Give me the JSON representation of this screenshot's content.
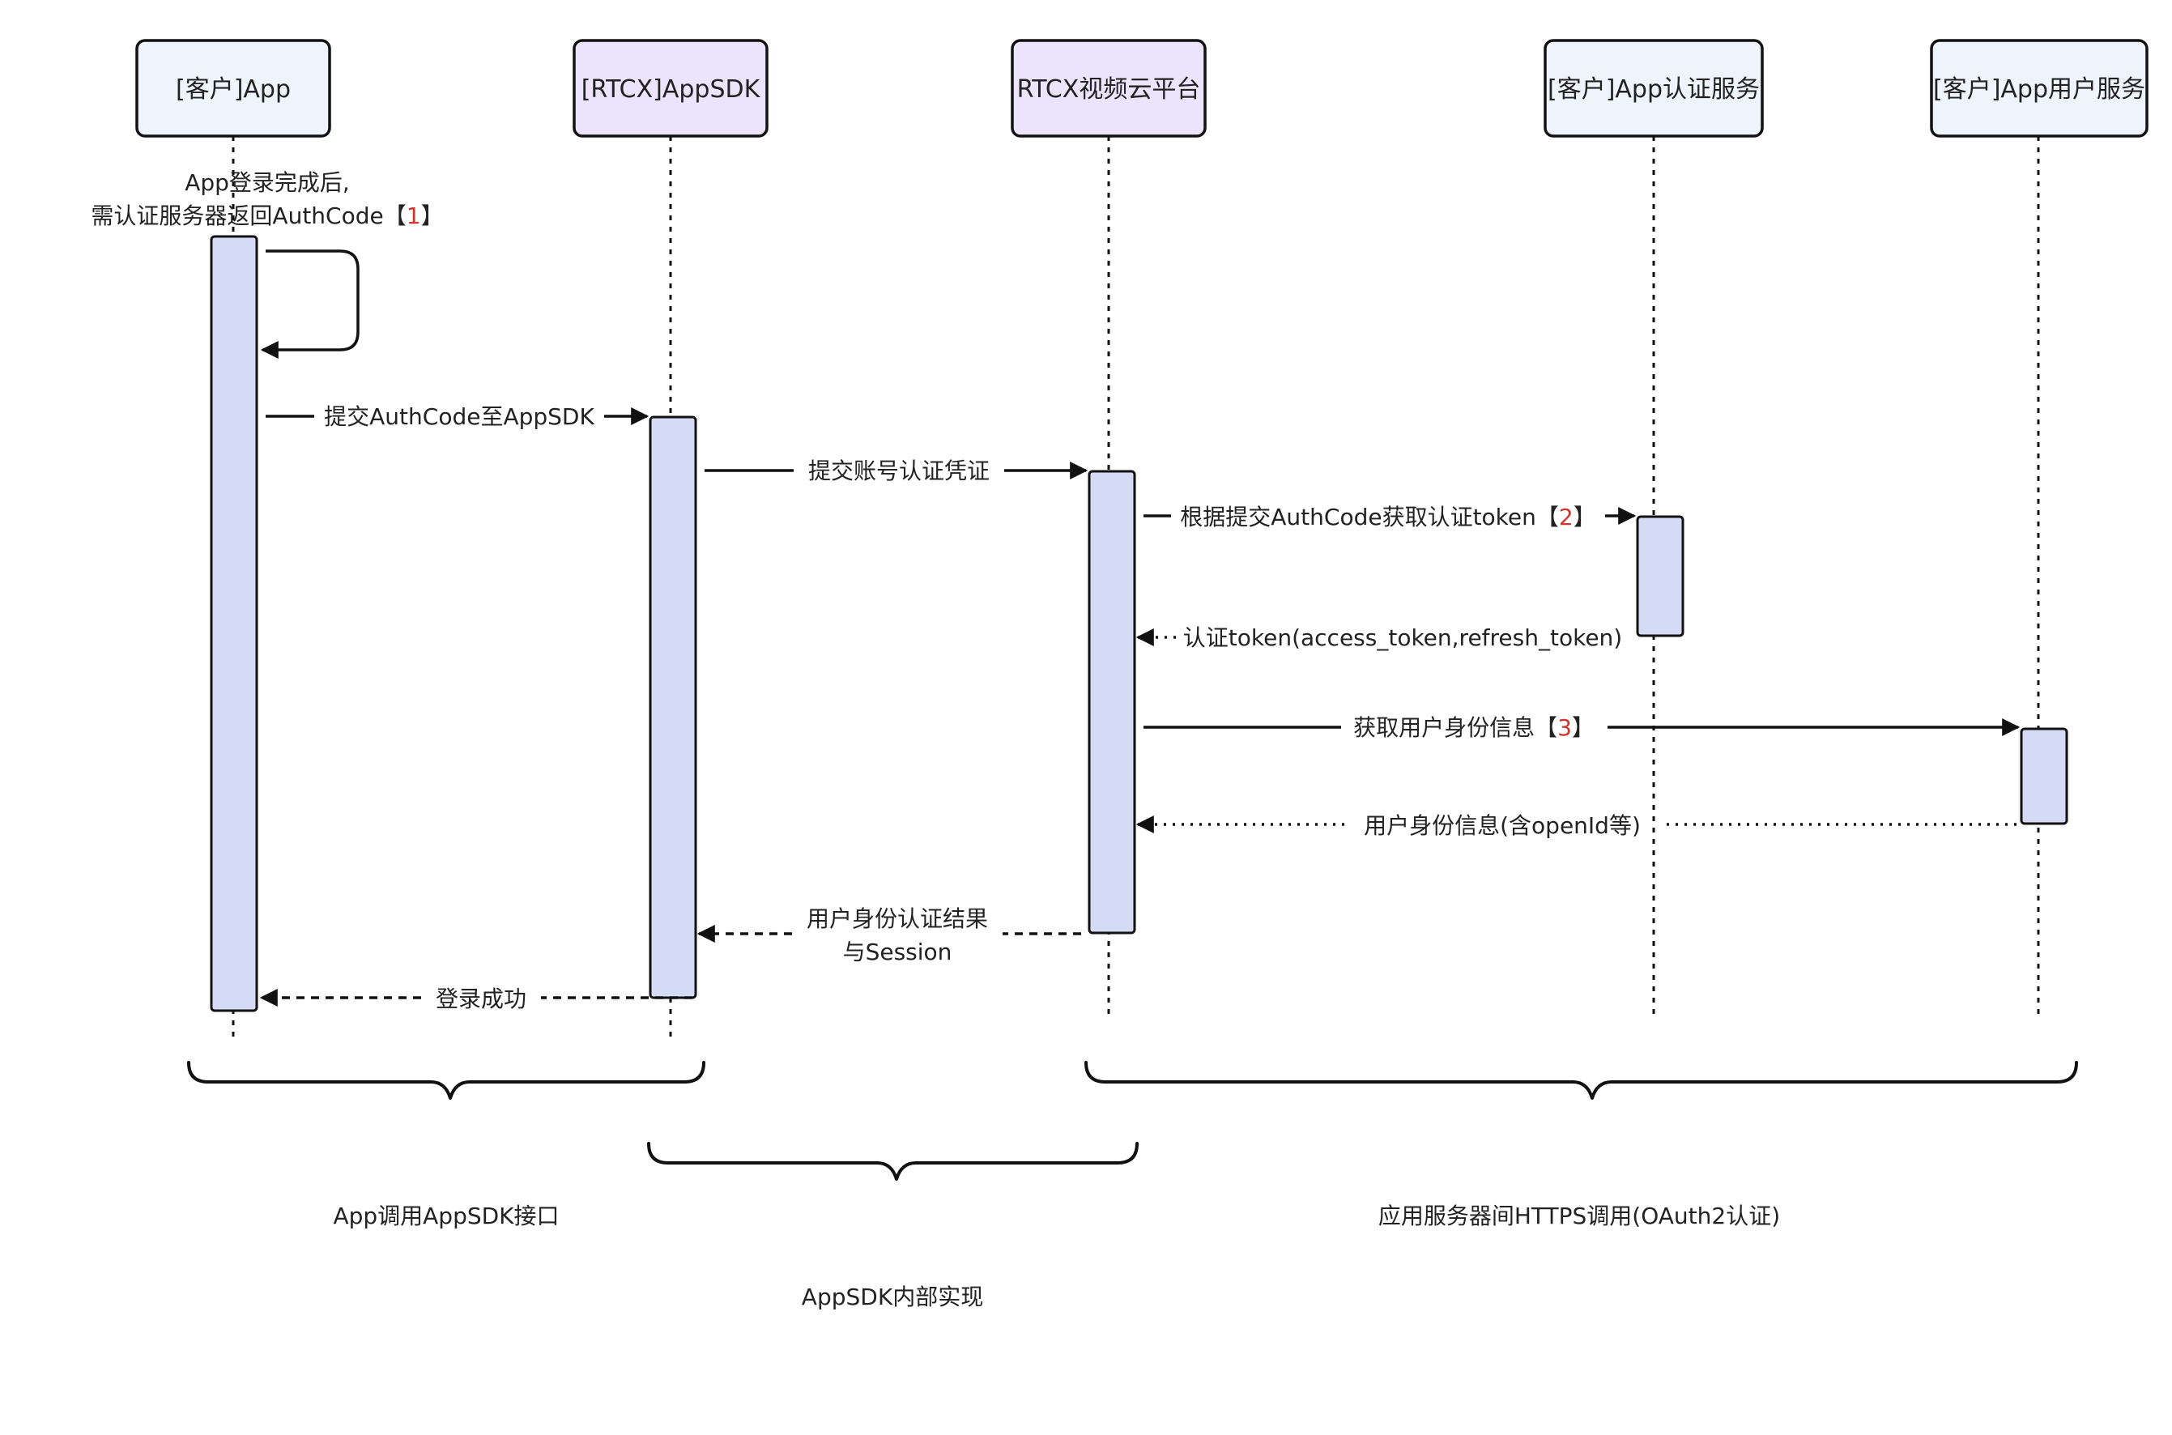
{
  "participants": [
    {
      "id": "app",
      "label": "[客户]App",
      "fill": "#eef3fc"
    },
    {
      "id": "sdk",
      "label": "[RTCX]AppSDK",
      "fill": "#ece4fc"
    },
    {
      "id": "rtcx",
      "label": "RTCX视频云平台",
      "fill": "#ece4fc"
    },
    {
      "id": "auth",
      "label": "[客户]App认证服务",
      "fill": "#eef3fc"
    },
    {
      "id": "user",
      "label": "[客户]App用户服务",
      "fill": "#eef3fc"
    }
  ],
  "self_message": {
    "line1": "App登录完成后,",
    "line2_prefix": "需认证服务器返回AuthCode【",
    "line2_num": "1",
    "line2_suffix": "】"
  },
  "messages": [
    {
      "id": "m1",
      "text": "提交AuthCode至AppSDK",
      "style": "solid"
    },
    {
      "id": "m2",
      "text": "提交账号认证凭证",
      "style": "solid"
    },
    {
      "id": "m3",
      "prefix": "根据提交AuthCode获取认证token【",
      "num": "2",
      "suffix": "】",
      "style": "solid"
    },
    {
      "id": "m4",
      "text": "认证token(access_token,refresh_token)",
      "style": "dotted"
    },
    {
      "id": "m5",
      "prefix": "获取用户身份信息【",
      "num": "3",
      "suffix": "】",
      "style": "solid"
    },
    {
      "id": "m6",
      "text": "用户身份信息(含openId等)",
      "style": "dotted"
    },
    {
      "id": "m7",
      "line1": "用户身份认证结果",
      "line2": "与Session",
      "style": "dashed"
    },
    {
      "id": "m8",
      "text": "登录成功",
      "style": "dashed"
    }
  ],
  "groups": [
    {
      "id": "g1",
      "label": "App调用AppSDK接口"
    },
    {
      "id": "g2",
      "label": "AppSDK内部实现"
    },
    {
      "id": "g3",
      "label": "应用服务器间HTTPS调用(OAuth2认证)"
    }
  ],
  "colors": {
    "activation_fill": "#d6dbf5",
    "line": "#111111",
    "number_highlight": "#d0342c"
  }
}
